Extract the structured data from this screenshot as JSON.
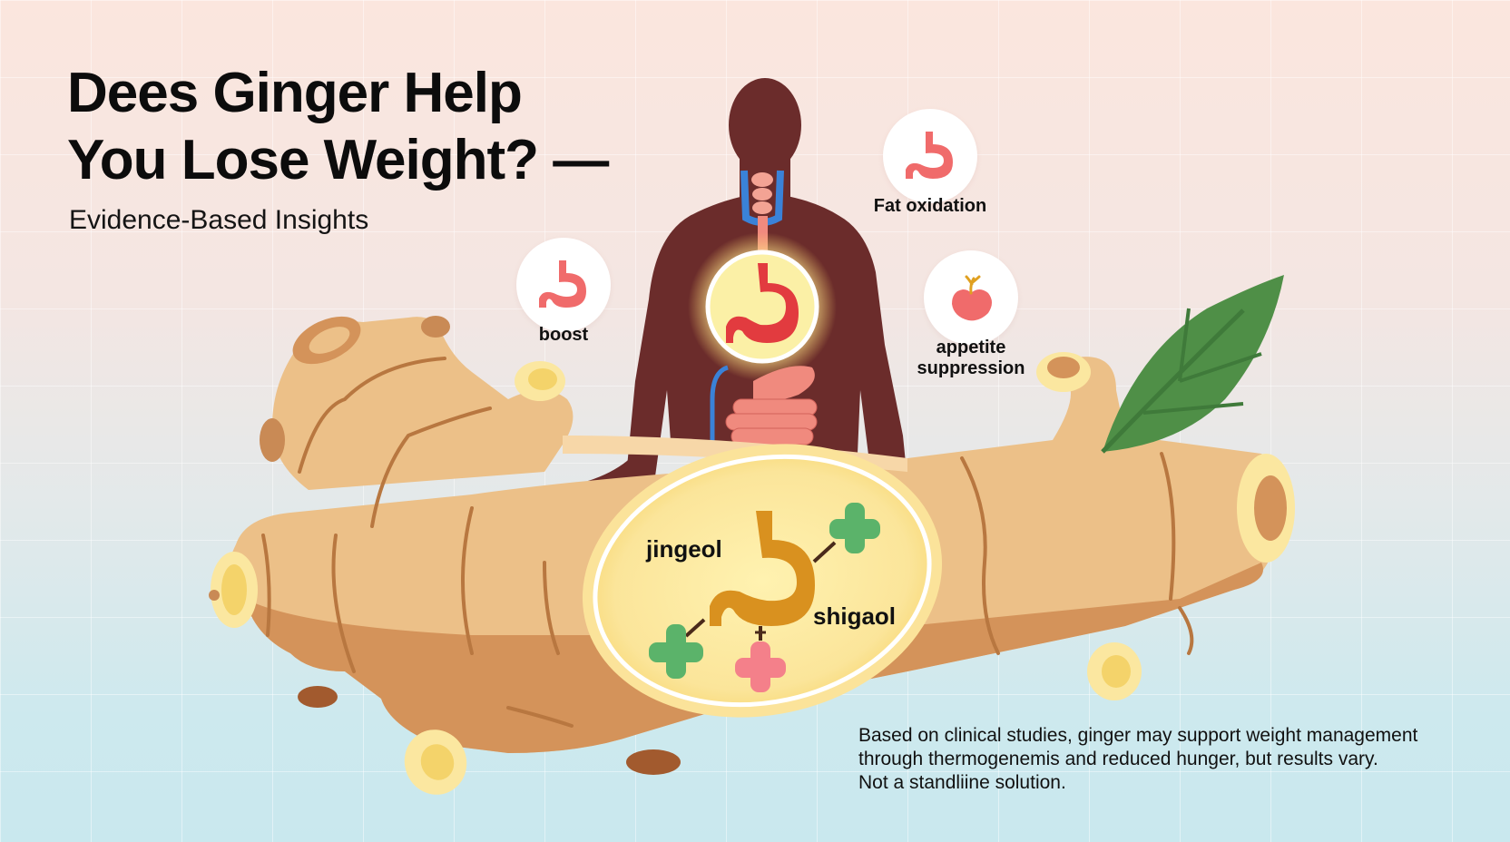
{
  "title": {
    "line1": "Dees Ginger Help",
    "line2": "You Lose Weight? —"
  },
  "subtitle": "Evidence-Based Insights",
  "badges": [
    {
      "label": "boost",
      "icon": "stomach-icon",
      "color": "#f06b6b"
    },
    {
      "label": "Fat oxidation",
      "icon": "stomach-icon",
      "color": "#f06b6b"
    },
    {
      "label_line1": "appetite",
      "label_line2": "suppression",
      "icon": "apple-sprout-icon",
      "color": "#f06b6b"
    }
  ],
  "cross_section": {
    "labels": [
      "jingeol",
      "shigaol"
    ],
    "icons": [
      "stomach-icon",
      "plus-icon-green",
      "plus-icon-green",
      "plus-icon-pink"
    ],
    "colors": {
      "stomach": "#d9911f",
      "plus_green": "#5bb36a",
      "plus_pink": "#f4808a"
    }
  },
  "caption": {
    "line1": "Based on clinical studies, ginger may support weight management",
    "line2": "through thermogenemis and reduced hunger, but results vary.",
    "line3": "Not a standliine solution."
  },
  "colors": {
    "body_silhouette": "#6b2c2b",
    "ginger_skin": "#ecc088",
    "ginger_shadow": "#d4935a",
    "ginger_flesh": "#fbe7a0",
    "ginger_lines": "#b87740",
    "leaf": "#4f8f47",
    "organ": "#f08a7e",
    "stomach_red": "#e23b3f",
    "vessel_blue": "#3a82d8"
  }
}
